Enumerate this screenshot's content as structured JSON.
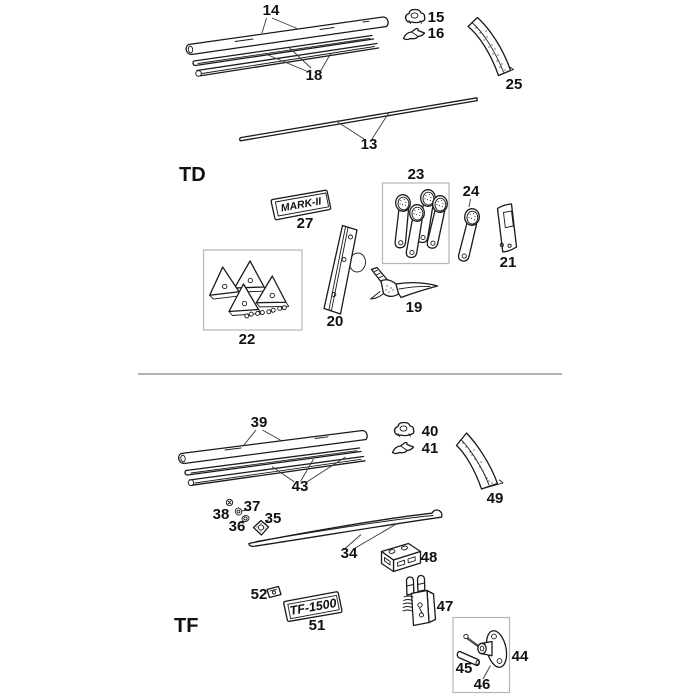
{
  "sections": {
    "td": "TD",
    "tf": "TF"
  },
  "badges": {
    "mark2": "MARK-II",
    "tf1500": "TF-1500"
  },
  "callouts": {
    "n13": "13",
    "n14": "14",
    "n15": "15",
    "n16": "16",
    "n18": "18",
    "n19": "19",
    "n20": "20",
    "n21": "21",
    "n22": "22",
    "n23": "23",
    "n24": "24",
    "n25": "25",
    "n27": "27",
    "n34": "34",
    "n35": "35",
    "n36": "36",
    "n37": "37",
    "n38": "38",
    "n39": "39",
    "n40": "40",
    "n41": "41",
    "n43": "43",
    "n44": "44",
    "n45": "45",
    "n46": "46",
    "n47": "47",
    "n48": "48",
    "n49": "49",
    "n51": "51",
    "n52": "52"
  },
  "colors": {
    "line": "#1a1a1a",
    "divider": "#b3b3b3",
    "group_box_border": "#b5b5b5",
    "background": "#ffffff"
  }
}
